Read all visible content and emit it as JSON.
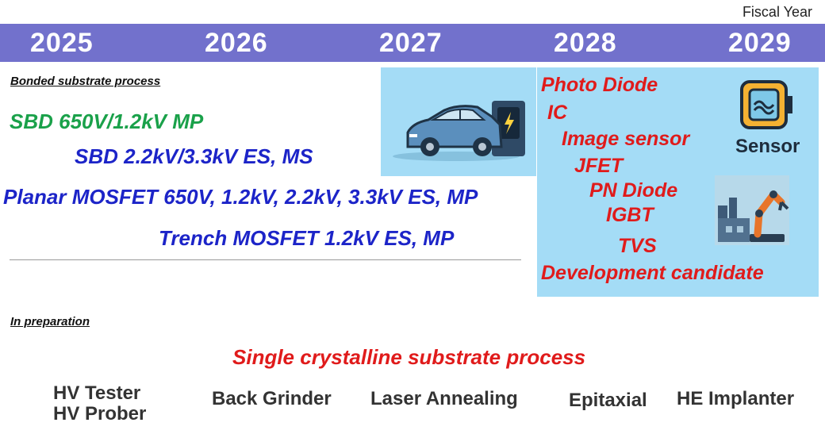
{
  "header": {
    "fiscal_label": "Fiscal Year",
    "bar_color": "#7271cc",
    "years": [
      "2025",
      "2026",
      "2027",
      "2028",
      "2029"
    ]
  },
  "bonded": {
    "section_label": "Bonded substrate process",
    "items": [
      "SBD 650V/1.2kV MP",
      "SBD 2.2kV/3.3kV ES, MS",
      "Planar MOSFET 650V, 1.2kV, 2.2kV, 3.3kV ES, MP",
      "Trench MOSFET 1.2kV ES, MP"
    ]
  },
  "icons": {
    "car": "electric-car-charging-icon",
    "sensor": "sensor-icon",
    "factory": "industrial-robot-arm-icon"
  },
  "sensor_caption": "Sensor",
  "future_devices": [
    "Photo Diode",
    "IC",
    "Image sensor",
    "JFET",
    "PN Diode",
    "IGBT",
    "TVS",
    "Development candidate"
  ],
  "preparation": {
    "section_label": "In preparation",
    "single_crystal": "Single crystalline substrate process",
    "equipment": [
      "HV Tester",
      "HV Prober",
      "Back Grinder",
      "Laser Annealing",
      "Epitaxial",
      "HE Implanter"
    ]
  },
  "colors": {
    "green": "#1aa14a",
    "blue": "#1c24c8",
    "red": "#e01b1b",
    "panel": "#a4dcf6"
  }
}
